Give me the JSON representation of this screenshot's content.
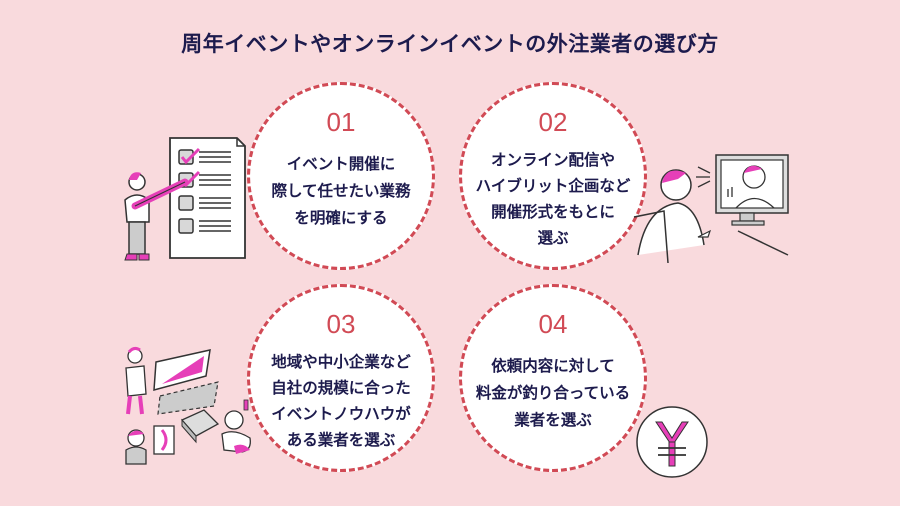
{
  "title": "周年イベントやオンラインイベントの外注業者の選び方",
  "colors": {
    "background": "#f9dadd",
    "circle_fill": "#ffffff",
    "dash_border": "#d14a55",
    "number": "#d14a55",
    "text": "#1d1b4d",
    "accent_magenta": "#e63fb8"
  },
  "steps": [
    {
      "number": "01",
      "lines": [
        "イベント開催に",
        "際して任せたい業務",
        "を明確にする"
      ],
      "illustration": "checklist-person-icon"
    },
    {
      "number": "02",
      "lines": [
        "オンライン配信や",
        "ハイブリット企画など",
        "開催形式をもとに",
        "選ぶ"
      ],
      "illustration": "video-call-icon"
    },
    {
      "number": "03",
      "lines": [
        "地域や中小企業など",
        "自社の規模に合った",
        "イベントノウハウが",
        "ある業者を選ぶ"
      ],
      "illustration": "team-building-icon"
    },
    {
      "number": "04",
      "lines": [
        "依頼内容に対して",
        "料金が釣り合っている",
        "業者を選ぶ"
      ],
      "illustration": "yen-coin-icon"
    }
  ]
}
